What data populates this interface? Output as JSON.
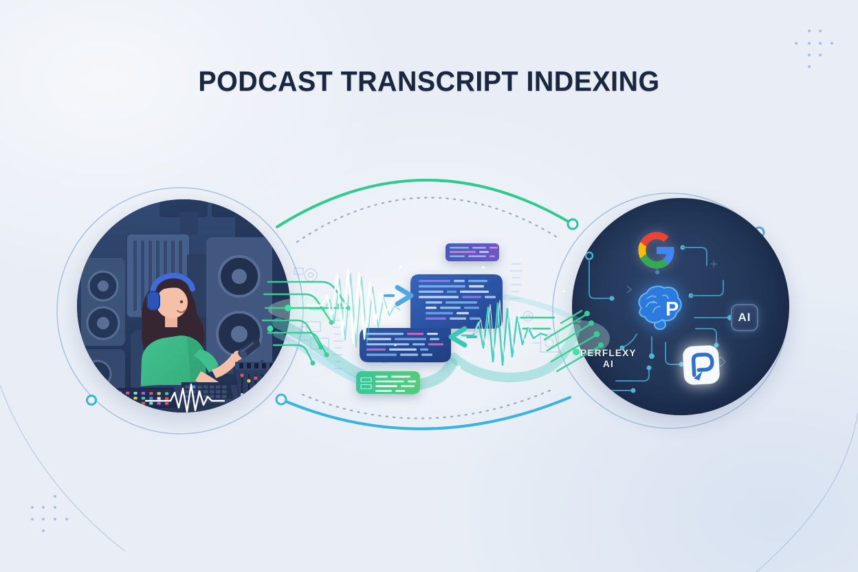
{
  "title": "PODCAST TRANSCRIPT INDEXING",
  "left_scene": {
    "label": "podcast-host-recording-studio-illustration",
    "icons": [
      "headphones-icon",
      "microphone-icon",
      "studio-speaker-icon",
      "acoustic-panel-icon",
      "mixing-console-icon",
      "audio-waveform-icon"
    ]
  },
  "middle": {
    "icons": [
      "audio-waveform-icon",
      "transcript-code-block",
      "flow-arrow-right-icon",
      "flow-arrow-left-icon",
      "circuit-trace-lines"
    ]
  },
  "right_scene": {
    "google_logo": "google-g-logo-icon",
    "brain": {
      "icon": "ai-brain-icon",
      "letter": "P"
    },
    "ai_chip": {
      "icon": "ai-chip-icon",
      "label": "AI"
    },
    "perplexity_logo": "perplexity-logo-icon",
    "brand_text": {
      "line1": "PERFLEXY",
      "line2": "AI"
    }
  },
  "colors": {
    "background": "#e9eef6",
    "title": "#1b2740",
    "arc_green": "#2fca8f",
    "arc_cyan": "#38b4de",
    "circuit_green": "#35cf96",
    "circuit_teal": "#3d93b5",
    "circle_navy": "#22365c",
    "block_blue": "#2d56a8",
    "block_purple": "#5a58c0",
    "block_green": "#43c48d",
    "google_blue": "#4285F4",
    "google_red": "#EA4335",
    "google_yellow": "#FBBC05",
    "google_green": "#34A853",
    "brain_blue": "#2d7ade"
  }
}
